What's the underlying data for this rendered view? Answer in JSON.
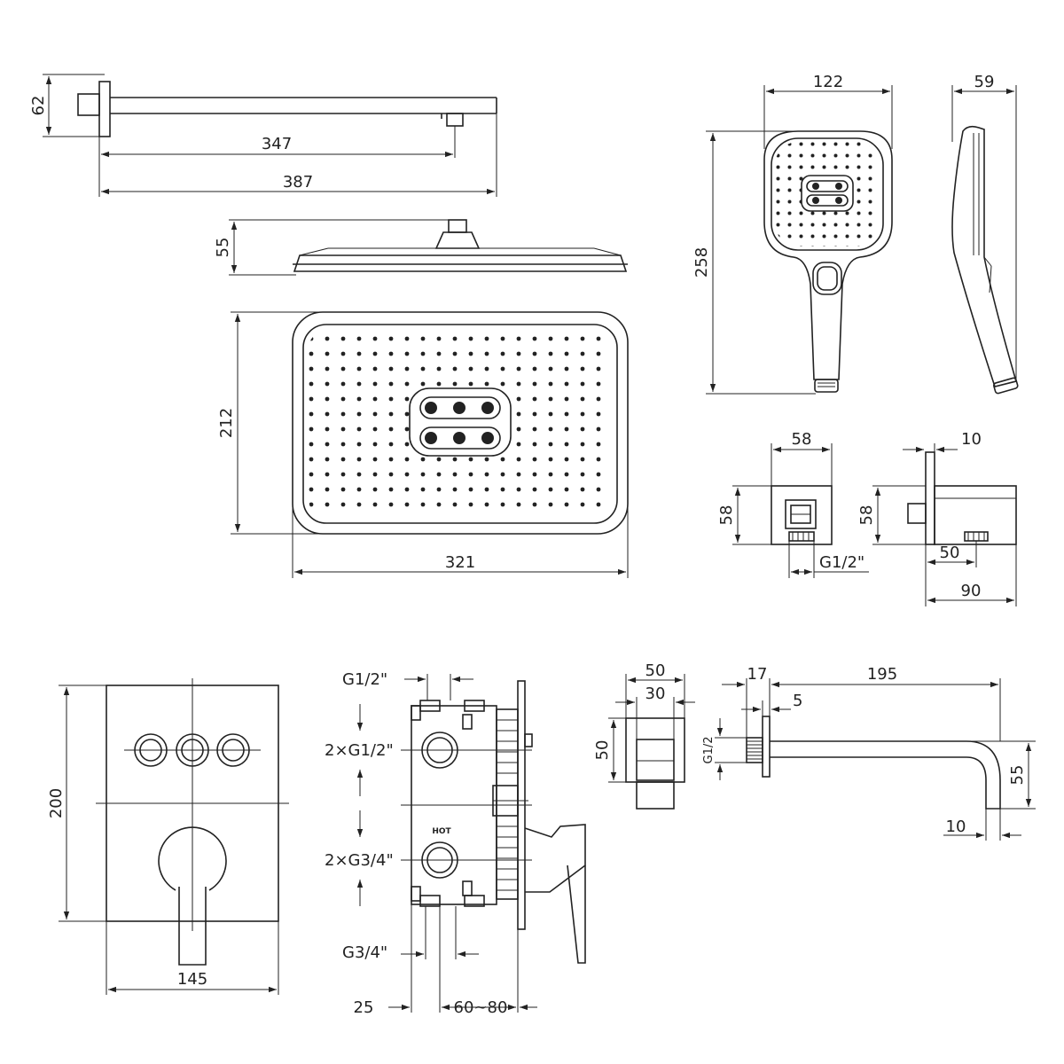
{
  "diagram": {
    "shower_arm": {
      "height": "62",
      "reach": "347",
      "length": "387"
    },
    "rain_head": {
      "thickness": "55",
      "depth": "212",
      "width": "321"
    },
    "hand_shower": {
      "length": "258",
      "width": "122",
      "thickness": "59"
    },
    "wall_outlet": {
      "width": "58",
      "height": "58",
      "thread": "G1/2\"",
      "depth": "58",
      "flange": "10",
      "outlet_offset": "50",
      "total_depth": "90"
    },
    "mixer_plate": {
      "height": "200",
      "width": "145"
    },
    "valve_body": {
      "top_thread": "G1/2\"",
      "side_thread_upper": "2×G1/2\"",
      "side_thread_lower": "2×G3/4\"",
      "bottom_thread": "G3/4\"",
      "hot_label": "HOT",
      "offset": "25",
      "install_depth": "60~80"
    },
    "outlet_block": {
      "outer_width": "50",
      "inner_width": "30",
      "height": "50"
    },
    "spout": {
      "flange": "17",
      "reach": "195",
      "wall": "5",
      "thread": "G1/2",
      "drop": "55",
      "tip": "10"
    }
  }
}
